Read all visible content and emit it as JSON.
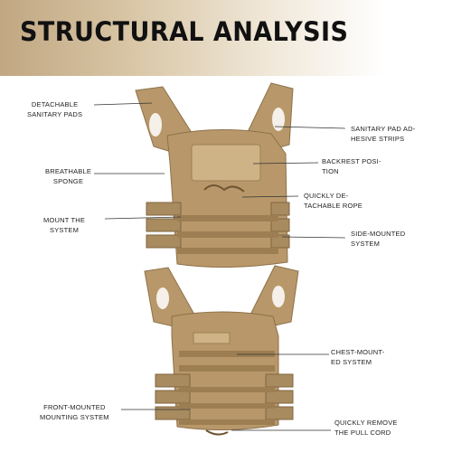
{
  "title": "STRUCTURAL ANALYSIS",
  "colors": {
    "banner": "#c9b08c",
    "vest": "#b8986a",
    "vest_dark": "#9c7e52",
    "vest_light": "#cdb386"
  },
  "labels": {
    "detachable_pads": "DETACHABLE\nSANITARY PADS",
    "breathable_sponge": "BREATHABLE\nSPONGE",
    "mount_system": "MOUNT THE\nSYSTEM",
    "sanitary_strips": "SANITARY PAD AD-\nHESIVE STRIPS",
    "backrest_position": "BACKREST POSI-\nTION",
    "detachable_rope": "QUICKLY DE-\nTACHABLE ROPE",
    "side_mounted": "SIDE-MOUNTED\nSYSTEM",
    "chest_mounted": "CHEST-MOUNT-\nED SYSTEM",
    "front_mounted": "FRONT-MOUNTED\nMOUNTING SYSTEM",
    "remove_pull_cord": "QUICKLY REMOVE\nTHE PULL CORD"
  }
}
